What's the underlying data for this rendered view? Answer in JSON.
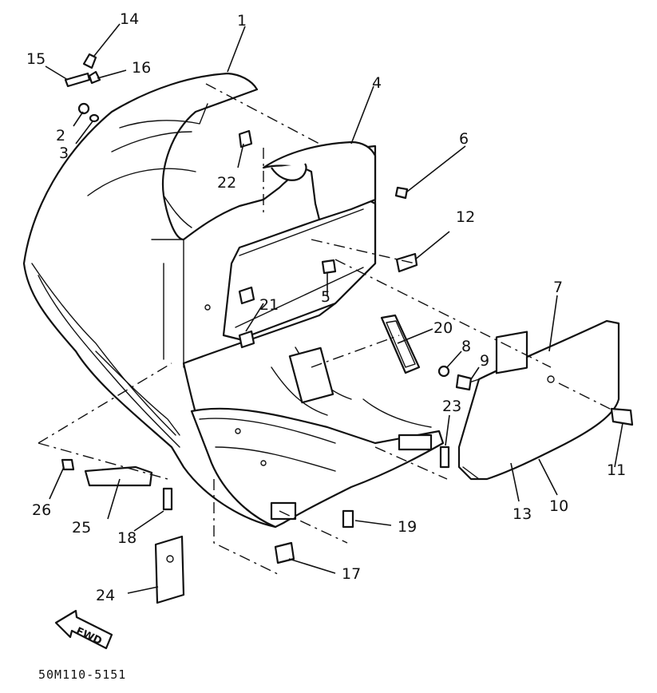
{
  "diagram": {
    "drawing_code": "50M110-5151",
    "direction_label": "FWD",
    "callouts": [
      "1",
      "2",
      "3",
      "4",
      "5",
      "6",
      "7",
      "8",
      "9",
      "10",
      "11",
      "12",
      "13",
      "14",
      "15",
      "16",
      "17",
      "18",
      "19",
      "20",
      "21",
      "22",
      "23",
      "24",
      "25",
      "26"
    ]
  }
}
